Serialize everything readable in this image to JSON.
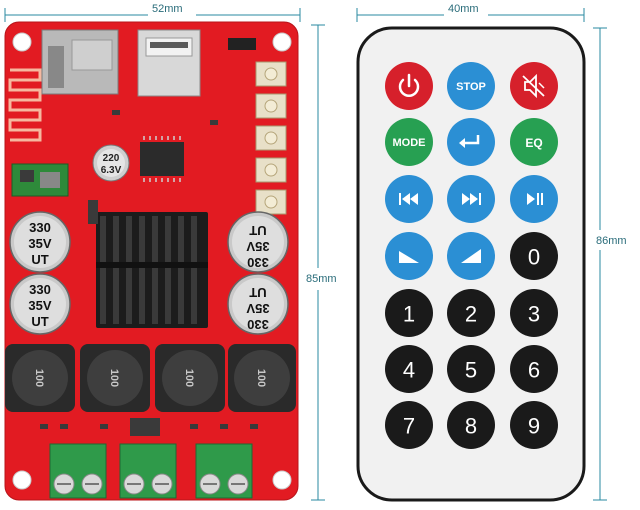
{
  "dimensions": {
    "board_width": "52mm",
    "board_height": "85mm",
    "remote_width": "40mm",
    "remote_height": "86mm"
  },
  "board": {
    "capacitor_label_lines": [
      "330",
      "35V",
      "UT"
    ],
    "small_cap_label_lines": [
      "220",
      "6.3V"
    ],
    "inductor_label": "100",
    "colors": {
      "pcb": "#e21b22",
      "terminal": "#2f9a4a",
      "heatsink": "#1c1c1c"
    }
  },
  "remote": {
    "buttons": [
      {
        "name": "power-button",
        "label": "",
        "icon": "power-icon",
        "color": "#d6202b"
      },
      {
        "name": "stop-button",
        "label": "STOP",
        "icon": "",
        "color": "#2b8fd4"
      },
      {
        "name": "mute-button",
        "label": "",
        "icon": "mute-icon",
        "color": "#d6202b"
      },
      {
        "name": "mode-button",
        "label": "MODE",
        "icon": "",
        "color": "#27a052"
      },
      {
        "name": "return-button",
        "label": "",
        "icon": "return-icon",
        "color": "#2b8fd4"
      },
      {
        "name": "eq-button",
        "label": "EQ",
        "icon": "",
        "color": "#27a052"
      },
      {
        "name": "previous-button",
        "label": "",
        "icon": "previous-icon",
        "color": "#2b8fd4"
      },
      {
        "name": "next-button",
        "label": "",
        "icon": "next-icon",
        "color": "#2b8fd4"
      },
      {
        "name": "play-pause-button",
        "label": "",
        "icon": "play-pause-icon",
        "color": "#2b8fd4"
      },
      {
        "name": "volume-down-button",
        "label": "",
        "icon": "volume-down-icon",
        "color": "#2b8fd4"
      },
      {
        "name": "volume-up-button",
        "label": "",
        "icon": "volume-up-icon",
        "color": "#2b8fd4"
      },
      {
        "name": "digit-0-button",
        "label": "0",
        "icon": "",
        "color": "#1a1a1a"
      },
      {
        "name": "digit-1-button",
        "label": "1",
        "icon": "",
        "color": "#1a1a1a"
      },
      {
        "name": "digit-2-button",
        "label": "2",
        "icon": "",
        "color": "#1a1a1a"
      },
      {
        "name": "digit-3-button",
        "label": "3",
        "icon": "",
        "color": "#1a1a1a"
      },
      {
        "name": "digit-4-button",
        "label": "4",
        "icon": "",
        "color": "#1a1a1a"
      },
      {
        "name": "digit-5-button",
        "label": "5",
        "icon": "",
        "color": "#1a1a1a"
      },
      {
        "name": "digit-6-button",
        "label": "6",
        "icon": "",
        "color": "#1a1a1a"
      },
      {
        "name": "digit-7-button",
        "label": "7",
        "icon": "",
        "color": "#1a1a1a"
      },
      {
        "name": "digit-8-button",
        "label": "8",
        "icon": "",
        "color": "#1a1a1a"
      },
      {
        "name": "digit-9-button",
        "label": "9",
        "icon": "",
        "color": "#1a1a1a"
      }
    ]
  }
}
